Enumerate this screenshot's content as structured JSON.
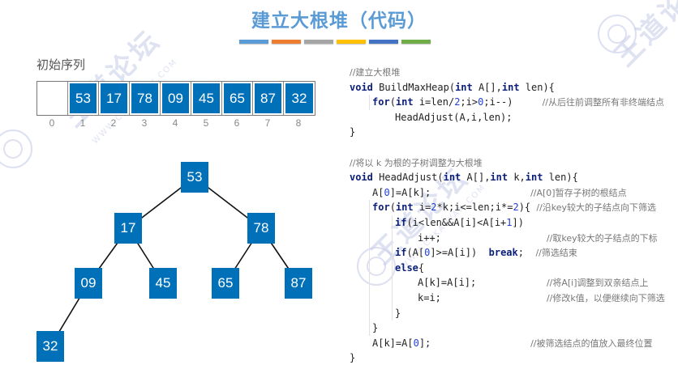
{
  "title": "建立大根堆（代码）",
  "color_bars": [
    "#5b9bd5",
    "#ed7d31",
    "#a5a5a5",
    "#ffc000",
    "#4472c4",
    "#70ad47"
  ],
  "colors": {
    "node": "#0070b8",
    "title": "#5b9bd5",
    "keyword": "#0b1e7a",
    "number": "#1f3fd6",
    "comment": "#777777"
  },
  "watermark": {
    "text": "王道论坛",
    "url": "WWW.CSKAOYAN.COM"
  },
  "sequence": {
    "label": "初始序列",
    "cells": [
      "",
      "53",
      "17",
      "78",
      "09",
      "45",
      "65",
      "87",
      "32"
    ],
    "indices": [
      "0",
      "1",
      "2",
      "3",
      "4",
      "5",
      "6",
      "7",
      "8"
    ]
  },
  "tree": {
    "nodes": [
      {
        "id": 1,
        "value": "53"
      },
      {
        "id": 2,
        "value": "17"
      },
      {
        "id": 3,
        "value": "78"
      },
      {
        "id": 4,
        "value": "09"
      },
      {
        "id": 5,
        "value": "45"
      },
      {
        "id": 6,
        "value": "65"
      },
      {
        "id": 7,
        "value": "87"
      },
      {
        "id": 8,
        "value": "32"
      }
    ],
    "edges": [
      [
        1,
        2
      ],
      [
        1,
        3
      ],
      [
        2,
        4
      ],
      [
        2,
        5
      ],
      [
        3,
        6
      ],
      [
        3,
        7
      ],
      [
        4,
        8
      ]
    ]
  },
  "code": {
    "lines": [
      {
        "indent": 0,
        "segments": [
          {
            "t": "cm",
            "v": "//建立大根堆"
          }
        ]
      },
      {
        "indent": 0,
        "segments": [
          {
            "t": "kw",
            "v": "void"
          },
          {
            "t": "tx",
            "v": " BuildMaxHeap("
          },
          {
            "t": "kw",
            "v": "int"
          },
          {
            "t": "tx",
            "v": " A[],"
          },
          {
            "t": "kw",
            "v": "int"
          },
          {
            "t": "tx",
            "v": " len){"
          }
        ]
      },
      {
        "indent": 1,
        "segments": [
          {
            "t": "kw",
            "v": "for"
          },
          {
            "t": "tx",
            "v": "("
          },
          {
            "t": "kw",
            "v": "int"
          },
          {
            "t": "tx",
            "v": " i=len/"
          },
          {
            "t": "num",
            "v": "2"
          },
          {
            "t": "tx",
            "v": ";i>"
          },
          {
            "t": "num",
            "v": "0"
          },
          {
            "t": "tx",
            "v": ";i--)     "
          },
          {
            "t": "cm",
            "v": "//从后往前调整所有非终端结点"
          }
        ]
      },
      {
        "indent": 2,
        "segments": [
          {
            "t": "tx",
            "v": "HeadAdjust(A,i,len);"
          }
        ]
      },
      {
        "indent": 0,
        "segments": [
          {
            "t": "tx",
            "v": "}"
          }
        ]
      },
      {
        "indent": 0,
        "segments": []
      },
      {
        "indent": 0,
        "segments": [
          {
            "t": "cm",
            "v": "//将以 k 为根的子树调整为大根堆"
          }
        ]
      },
      {
        "indent": 0,
        "segments": [
          {
            "t": "kw",
            "v": "void"
          },
          {
            "t": "tx",
            "v": " HeadAdjust("
          },
          {
            "t": "kw",
            "v": "int"
          },
          {
            "t": "tx",
            "v": " A[],"
          },
          {
            "t": "kw",
            "v": "int"
          },
          {
            "t": "tx",
            "v": " k,"
          },
          {
            "t": "kw",
            "v": "int"
          },
          {
            "t": "tx",
            "v": " len){"
          }
        ]
      },
      {
        "indent": 1,
        "segments": [
          {
            "t": "tx",
            "v": "A["
          },
          {
            "t": "num",
            "v": "0"
          },
          {
            "t": "tx",
            "v": "]=A[k];                 "
          },
          {
            "t": "cm",
            "v": "//A[0]暂存子树的根结点"
          }
        ]
      },
      {
        "indent": 1,
        "segments": [
          {
            "t": "kw",
            "v": "for"
          },
          {
            "t": "tx",
            "v": "("
          },
          {
            "t": "kw",
            "v": "int"
          },
          {
            "t": "tx",
            "v": " i="
          },
          {
            "t": "num",
            "v": "2"
          },
          {
            "t": "tx",
            "v": "*k;i<=len;i*="
          },
          {
            "t": "num",
            "v": "2"
          },
          {
            "t": "tx",
            "v": "){ "
          },
          {
            "t": "cm",
            "v": "//沿key较大的子结点向下筛选"
          }
        ]
      },
      {
        "indent": 2,
        "segments": [
          {
            "t": "kw",
            "v": "if"
          },
          {
            "t": "tx",
            "v": "(i<len&&A[i]<A[i+"
          },
          {
            "t": "num",
            "v": "1"
          },
          {
            "t": "tx",
            "v": "])"
          }
        ]
      },
      {
        "indent": 3,
        "segments": [
          {
            "t": "tx",
            "v": "i++;                  "
          },
          {
            "t": "cm",
            "v": "//取key较大的子结点的下标"
          }
        ]
      },
      {
        "indent": 2,
        "segments": [
          {
            "t": "kw",
            "v": "if"
          },
          {
            "t": "tx",
            "v": "(A["
          },
          {
            "t": "num",
            "v": "0"
          },
          {
            "t": "tx",
            "v": "]>=A[i])  "
          },
          {
            "t": "kw",
            "v": "break"
          },
          {
            "t": "tx",
            "v": ";  "
          },
          {
            "t": "cm",
            "v": "//筛选结束"
          }
        ]
      },
      {
        "indent": 2,
        "segments": [
          {
            "t": "kw",
            "v": "else"
          },
          {
            "t": "tx",
            "v": "{"
          }
        ]
      },
      {
        "indent": 3,
        "segments": [
          {
            "t": "tx",
            "v": "A[k]=A[i];            "
          },
          {
            "t": "cm",
            "v": "//将A[i]调整到双亲结点上"
          }
        ]
      },
      {
        "indent": 3,
        "segments": [
          {
            "t": "tx",
            "v": "k=i;                  "
          },
          {
            "t": "cm",
            "v": "//修改k值，以便继续向下筛选"
          }
        ]
      },
      {
        "indent": 2,
        "segments": [
          {
            "t": "tx",
            "v": "}"
          }
        ]
      },
      {
        "indent": 1,
        "segments": [
          {
            "t": "tx",
            "v": "}"
          }
        ]
      },
      {
        "indent": 1,
        "segments": [
          {
            "t": "tx",
            "v": "A[k]=A["
          },
          {
            "t": "num",
            "v": "0"
          },
          {
            "t": "tx",
            "v": "];                 "
          },
          {
            "t": "cm",
            "v": "//被筛选结点的值放入最终位置"
          }
        ]
      },
      {
        "indent": 0,
        "segments": [
          {
            "t": "tx",
            "v": "}"
          }
        ]
      }
    ]
  }
}
